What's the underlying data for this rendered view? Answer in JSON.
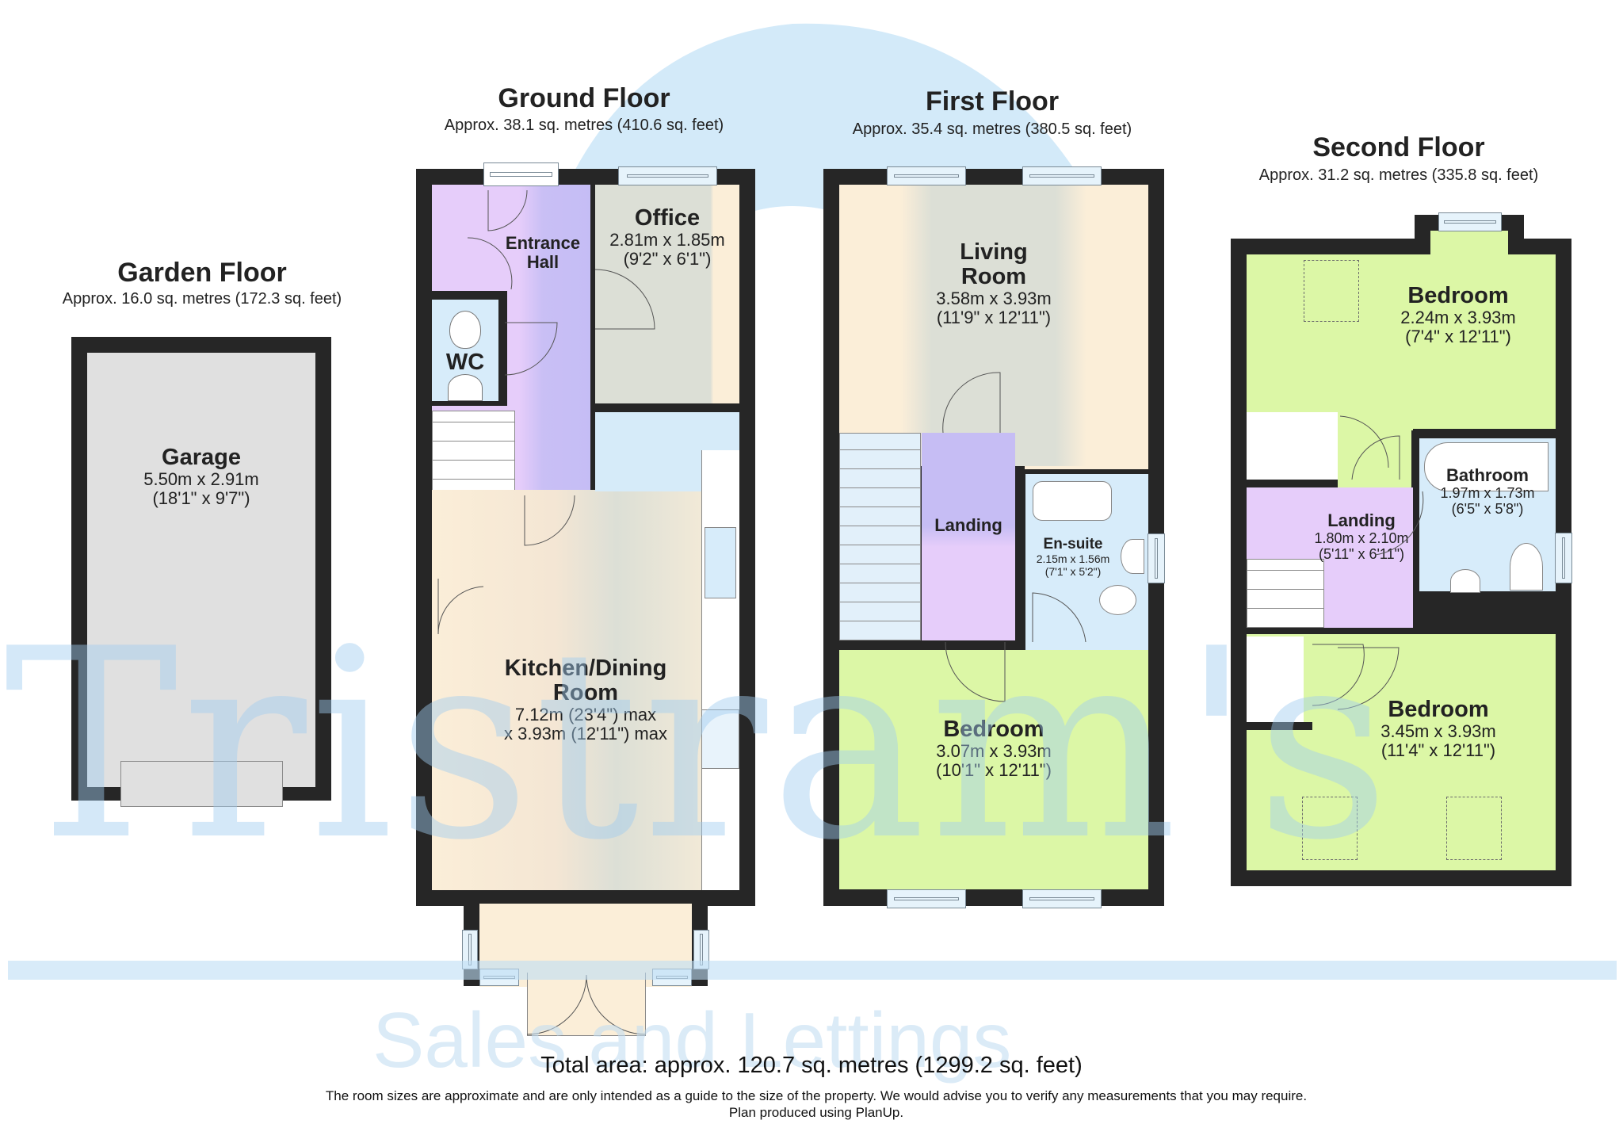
{
  "watermark": {
    "brand": "Tristram's",
    "tagline": "Sales and Lettings",
    "color": "#d3eaf9"
  },
  "floors": [
    {
      "id": "garden",
      "title": "Garden Floor",
      "area": "Approx. 16.0 sq. metres (172.3 sq. feet)",
      "rooms": [
        {
          "name": "Garage",
          "dims": "5.50m x 2.91m",
          "dims_imperial": "(18'1\" x 9'7\")",
          "color": "#e0e0e0"
        }
      ]
    },
    {
      "id": "ground",
      "title": "Ground Floor",
      "area": "Approx. 38.1 sq. metres (410.6 sq. feet)",
      "rooms": [
        {
          "name_line1": "Entrance",
          "name_line2": "Hall",
          "color": "#e6cdfa"
        },
        {
          "name": "Office",
          "dims": "2.81m x 1.85m",
          "dims_imperial": "(9'2\" x 6'1\")",
          "color": "#fbeed8"
        },
        {
          "name": "WC",
          "color": "#d7ecfa"
        },
        {
          "name_line1": "Kitchen/Dining",
          "name_line2": "Room",
          "dims": "7.12m (23'4\") max",
          "dims_imperial": "x 3.93m (12'11\") max",
          "color": "#fbeed8"
        }
      ]
    },
    {
      "id": "first",
      "title": "First Floor",
      "area": "Approx. 35.4 sq. metres (380.5 sq. feet)",
      "rooms": [
        {
          "name_line1": "Living",
          "name_line2": "Room",
          "dims": "3.58m x 3.93m",
          "dims_imperial": "(11'9\" x 12'11\")",
          "color": "#fbeed8"
        },
        {
          "name": "Landing",
          "color": "#e6cdfa"
        },
        {
          "name": "En-suite",
          "dims": "2.15m x 1.56m",
          "dims_imperial": "(7'1\" x 5'2\")",
          "color": "#d7ecfa"
        },
        {
          "name": "Bedroom",
          "dims": "3.07m x 3.93m",
          "dims_imperial": "(10'1\" x 12'11\")",
          "color": "#dcf7a6"
        }
      ]
    },
    {
      "id": "second",
      "title": "Second Floor",
      "area": "Approx. 31.2 sq. metres (335.8 sq. feet)",
      "rooms": [
        {
          "name": "Bedroom",
          "dims": "2.24m x 3.93m",
          "dims_imperial": "(7'4\" x 12'11\")",
          "color": "#dcf7a6"
        },
        {
          "name": "Bathroom",
          "dims": "1.97m x 1.73m",
          "dims_imperial": "(6'5\" x 5'8\")",
          "color": "#d7ecfa"
        },
        {
          "name": "Landing",
          "dims": "1.80m x 2.10m",
          "dims_imperial": "(5'11\" x 6'11\")",
          "color": "#e6cdfa"
        },
        {
          "name": "Bedroom",
          "dims": "3.45m x 3.93m",
          "dims_imperial": "(11'4\" x 12'11\")",
          "color": "#dcf7a6"
        }
      ]
    }
  ],
  "footer": {
    "total_area": "Total area: approx. 120.7 sq. metres (1299.2 sq. feet)",
    "disclaimer": "The room sizes are approximate and are only intended as a guide to the size of the property. We would advise you to verify any measurements that you may require.",
    "credit": "Plan produced using PlanUp."
  },
  "colors": {
    "wall": "#262626",
    "hall": "#e6cdfa",
    "living": "#fbeed8",
    "bedroom": "#dcf7a6",
    "wet": "#d7ecfa",
    "garage": "#e0e0e0"
  }
}
